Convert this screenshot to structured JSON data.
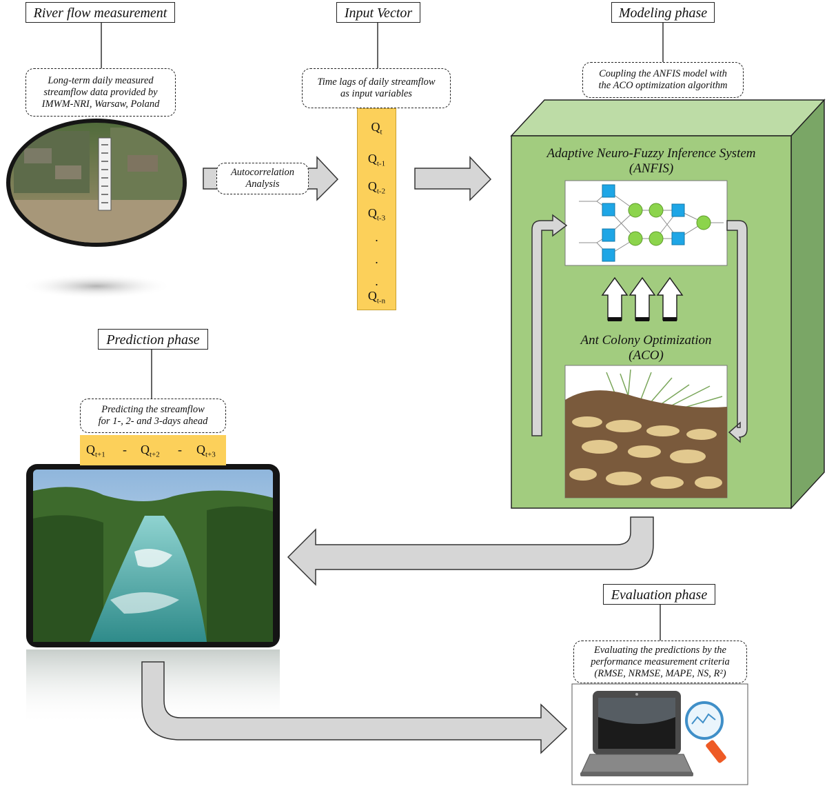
{
  "stages": {
    "river": {
      "label": "River flow measurement",
      "note": [
        "Long-term daily measured",
        "streamflow data provided by",
        "IMWM-NRI, Warsaw, Poland"
      ]
    },
    "input": {
      "label": "Input Vector",
      "note": [
        "Time lags of daily streamflow",
        "as input variables"
      ]
    },
    "modeling": {
      "label": "Modeling phase",
      "note": [
        "Coupling the ANFIS model with",
        "the ACO optimization algorithm"
      ]
    },
    "prediction": {
      "label": "Prediction phase",
      "note": [
        "Predicting the streamflow",
        "for 1-, 2- and 3-days ahead"
      ]
    },
    "evaluation": {
      "label": "Evaluation phase",
      "note": [
        "Evaluating the predictions by the",
        "performance measurement criteria",
        "(RMSE, NRMSE, MAPE, NS, R²)"
      ]
    }
  },
  "autocorrelation": [
    "Autocorrelation",
    "Analysis"
  ],
  "input_vector": [
    {
      "base": "Q",
      "sub": "t"
    },
    {
      "base": "Q",
      "sub": "t-1"
    },
    {
      "base": "Q",
      "sub": "t-2"
    },
    {
      "base": "Q",
      "sub": "t-3"
    },
    {
      "base": ".",
      "sub": ""
    },
    {
      "base": ".",
      "sub": ""
    },
    {
      "base": ".",
      "sub": ""
    },
    {
      "base": "Q",
      "sub": "t-n"
    }
  ],
  "anfis_title": [
    "Adaptive Neuro-Fuzzy Inference System",
    "(ANFIS)"
  ],
  "aco_title": [
    "Ant Colony Optimization",
    "(ACO)"
  ],
  "outputs": [
    {
      "base": "Q",
      "sub": "t+1"
    },
    {
      "sep": "-"
    },
    {
      "base": "Q",
      "sub": "t+2"
    },
    {
      "sep": "-"
    },
    {
      "base": "Q",
      "sub": "t+3"
    }
  ],
  "colors": {
    "box_front": "#a2cc7f",
    "box_top": "#bddca6",
    "box_side": "#7aa666",
    "vector": "#fcd05a",
    "arrow": "#d6d6d6",
    "node_square": "#1ea6e6",
    "node_circle": "#8cd44c"
  }
}
